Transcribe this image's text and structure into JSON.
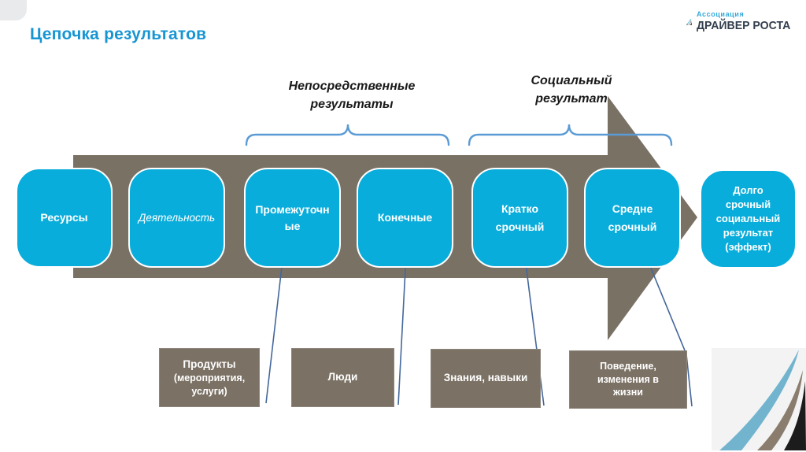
{
  "header": {
    "title": "Цепочка результатов"
  },
  "logo": {
    "subtitle": "Ассоциация",
    "title": "ДРАЙВЕР РОСТА"
  },
  "colors": {
    "title_blue": "#1795d3",
    "box_cyan": "#09addb",
    "arrow_gray": "#7a7165",
    "bracket_blue": "#5b9bd5",
    "connector_blue": "#44679b",
    "swoosh_blue": "#72b4ce",
    "swoosh_taupe": "#8a7d6d",
    "swoosh_black": "#1c1c1c"
  },
  "brackets": [
    {
      "label": "Непосредственные\nрезультаты"
    },
    {
      "label": "Социальный\nрезультат"
    }
  ],
  "chain_boxes": [
    {
      "label": "Ресурсы"
    },
    {
      "label": "Деятельность"
    },
    {
      "label": "Промежуточн\nые"
    },
    {
      "label": "Конечные"
    },
    {
      "label": "Кратко\nсрочный"
    },
    {
      "label": "Средне\nсрочный"
    },
    {
      "label": "Долго\nсрочный\nсоциальный\nрезультат\n(эффект)"
    }
  ],
  "outputs": [
    {
      "title": "Продукты",
      "sub": "(мероприятия,\nуслуги)"
    },
    {
      "title": "Люди",
      "sub": ""
    },
    {
      "title": "Знания, навыки",
      "sub": ""
    },
    {
      "title": "Поведение,\nизменения в\nжизни",
      "sub": ""
    }
  ]
}
